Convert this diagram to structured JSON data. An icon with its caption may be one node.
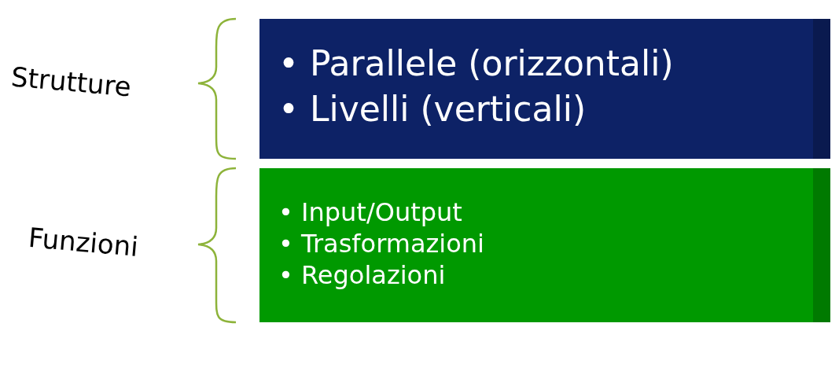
{
  "diagram": {
    "nodes": [
      {
        "text": [
          "• Parallele (orizzontali)",
          "• Livelli (verticali)"
        ]
      },
      {
        "text": [
          "• Input/Output",
          "• Trasformazioni",
          "• Regolazioni"
        ]
      }
    ],
    "labels": [
      "Strutture",
      "Funzioni"
    ]
  }
}
